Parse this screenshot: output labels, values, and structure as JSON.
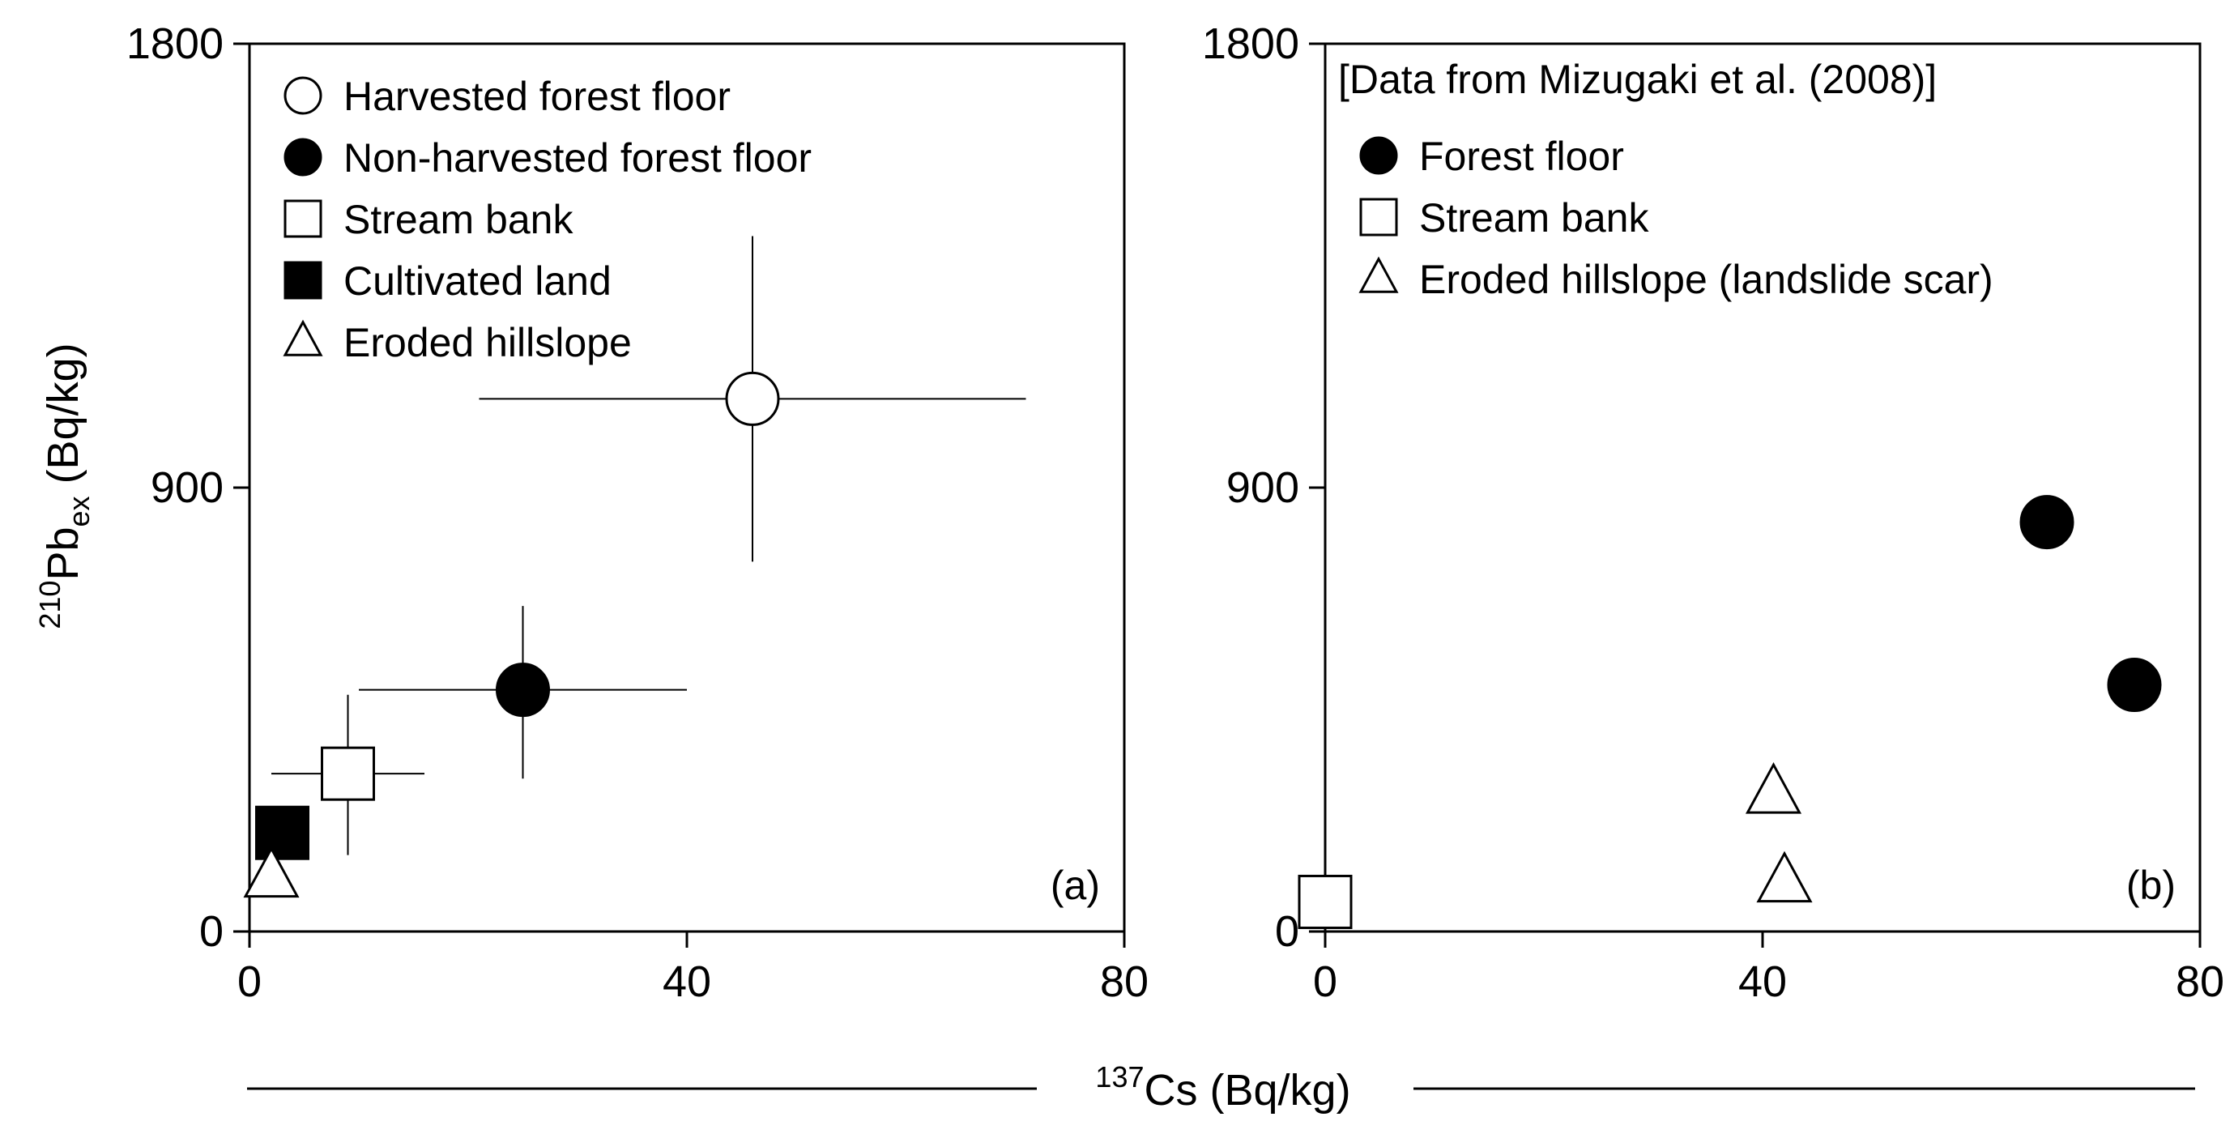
{
  "chart_data": [
    {
      "type": "scatter",
      "panel_label": "(a)",
      "note": "",
      "xlabel": {
        "sup": "137",
        "main": "Cs (Bq/kg)"
      },
      "ylabel": {
        "sup": "210",
        "main": "Pb",
        "sub": "ex",
        "unit": " (Bq/kg)"
      },
      "xlim": [
        0,
        80
      ],
      "ylim": [
        0,
        1800
      ],
      "xticks": [
        "0",
        "40",
        "80"
      ],
      "yticks": [
        "0",
        "900",
        "1800"
      ],
      "grid": false,
      "legend_position": "top-left",
      "series": [
        {
          "name": "Harvested forest floor",
          "marker": "circle",
          "fill": "#ffffff",
          "points": [
            {
              "x": 46,
              "y": 1080,
              "xerr": [
                21,
                71
              ],
              "yerr": [
                750,
                1410
              ]
            }
          ]
        },
        {
          "name": "Non-harvested forest floor",
          "marker": "circle",
          "fill": "#000000",
          "points": [
            {
              "x": 25,
              "y": 490,
              "xerr": [
                10,
                40
              ],
              "yerr": [
                310,
                660
              ]
            }
          ]
        },
        {
          "name": "Stream bank",
          "marker": "square",
          "fill": "#ffffff",
          "points": [
            {
              "x": 9,
              "y": 320,
              "xerr": [
                2,
                16
              ],
              "yerr": [
                155,
                480
              ]
            }
          ]
        },
        {
          "name": "Cultivated land",
          "marker": "square",
          "fill": "#000000",
          "points": [
            {
              "x": 3,
              "y": 200
            }
          ]
        },
        {
          "name": "Eroded hillslope",
          "marker": "triangle",
          "fill": "#ffffff",
          "points": [
            {
              "x": 2,
              "y": 110
            }
          ]
        }
      ]
    },
    {
      "type": "scatter",
      "panel_label": "(b)",
      "note": "[Data from Mizugaki et al. (2008)]",
      "xlim": [
        0,
        80
      ],
      "ylim": [
        0,
        1800
      ],
      "xticks": [
        "0",
        "40",
        "80"
      ],
      "yticks": [
        "0",
        "900",
        "1800"
      ],
      "grid": false,
      "legend_position": "top-left",
      "series": [
        {
          "name": "Forest floor",
          "marker": "circle",
          "fill": "#000000",
          "points": [
            {
              "x": 66,
              "y": 830
            },
            {
              "x": 74,
              "y": 500
            }
          ]
        },
        {
          "name": "Stream bank",
          "marker": "square",
          "fill": "#ffffff",
          "points": [
            {
              "x": 0,
              "y": 60
            }
          ]
        },
        {
          "name": "Eroded hillslope (landslide scar)",
          "marker": "triangle",
          "fill": "#ffffff",
          "points": [
            {
              "x": 41,
              "y": 280
            },
            {
              "x": 42,
              "y": 100
            }
          ]
        }
      ]
    }
  ]
}
